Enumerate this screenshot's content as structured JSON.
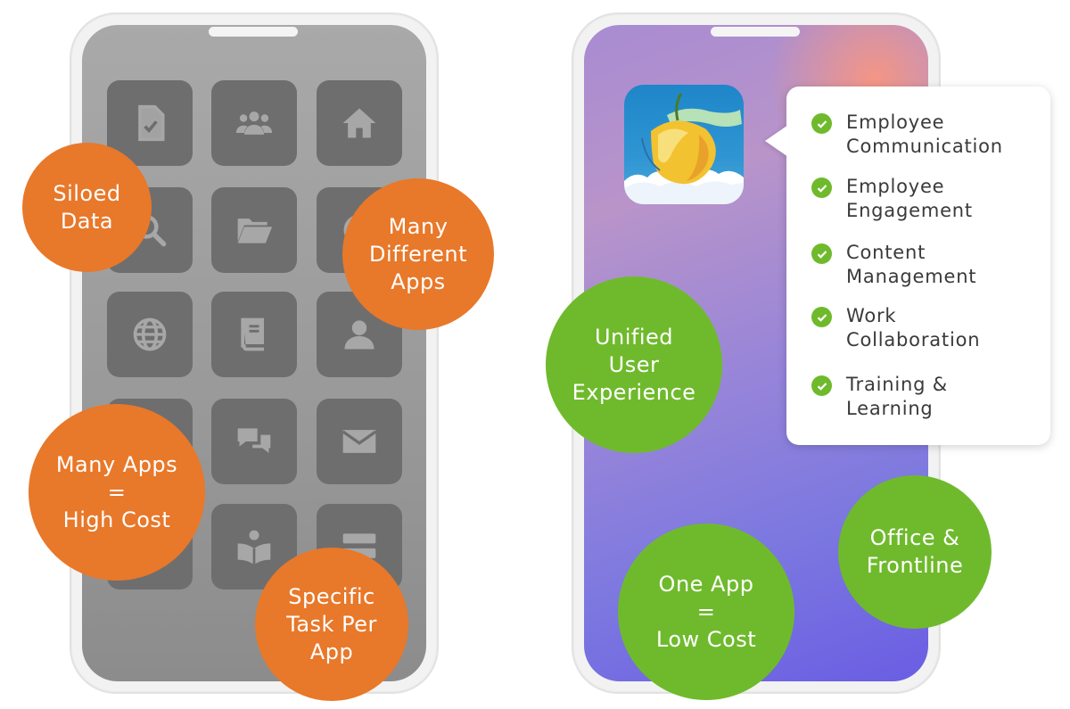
{
  "left_phone": {
    "icons": [
      "document-check-icon",
      "users-icon",
      "home-icon",
      "search-icon",
      "folder-icon",
      "circle-icon",
      "globe-icon",
      "book-icon",
      "user-icon",
      "chat-icon",
      "mail-icon",
      "reader-icon",
      "server-icon"
    ],
    "badges": {
      "siloed_data": [
        "Siloed",
        "Data"
      ],
      "many_different_apps": [
        "Many",
        "Different",
        "Apps"
      ],
      "high_cost": [
        "Many Apps",
        "=",
        "High Cost"
      ],
      "specific_task": [
        "Specific",
        "Task Per",
        "App"
      ]
    }
  },
  "right_phone": {
    "app_icon": "mango-app-icon",
    "features": [
      [
        "Employee",
        "Communication"
      ],
      [
        "Employee",
        "Engagement"
      ],
      [
        "Content",
        "Management"
      ],
      [
        "Work",
        "Collaboration"
      ],
      [
        "Training &",
        "Learning"
      ]
    ],
    "badges": {
      "unified": [
        "Unified",
        "User",
        "Experience"
      ],
      "office_frontline": [
        "Office &",
        "Frontline"
      ],
      "low_cost": [
        "One App",
        "=",
        "Low Cost"
      ]
    }
  },
  "colors": {
    "orange": "#e8782a",
    "green": "#6fba2c",
    "tile": "#6e6e6e",
    "gradient_start": "#a88bd2",
    "gradient_end": "#6a5de3",
    "accent_corner": "#ff9678"
  }
}
